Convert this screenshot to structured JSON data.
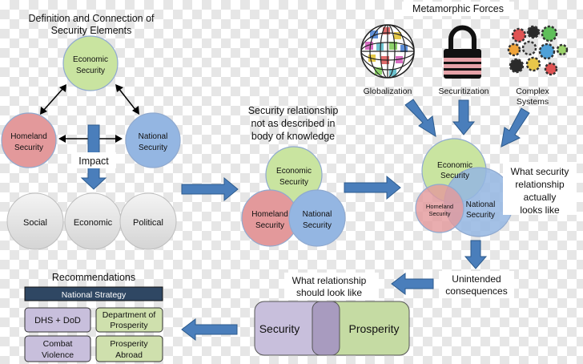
{
  "section1": {
    "title_line1": "Definition and Connection of",
    "title_line2": "Security Elements",
    "economic_line1": "Economic",
    "economic_line2": "Security",
    "homeland_line1": "Homeland",
    "homeland_line2": "Security",
    "national_line1": "National",
    "national_line2": "Security",
    "impact": "Impact",
    "social": "Social",
    "economic_impact": "Economic",
    "political": "Political"
  },
  "section2": {
    "title_line1": "Security relationship",
    "title_line2": "not as described in",
    "title_line3": "body of knowledge",
    "economic_line1": "Economic",
    "economic_line2": "Security",
    "homeland_line1": "Homeland",
    "homeland_line2": "Security",
    "national_line1": "National",
    "national_line2": "Security"
  },
  "section3": {
    "forces_title": "Metamorphic Forces",
    "globalization": "Globalization",
    "securitization": "Securitization",
    "complex_line1": "Complex",
    "complex_line2": "Systems",
    "economic_line1": "Economic",
    "economic_line2": "Security",
    "homeland_line1": "Homeland",
    "homeland_line2": "Security",
    "national_line1": "National",
    "national_line2": "Security",
    "actual_line1": "What security",
    "actual_line2": "relationship",
    "actual_line3": "actually",
    "actual_line4": "looks like",
    "unintended_line1": "Unintended",
    "unintended_line2": "consequences"
  },
  "section4": {
    "title_line1": "What relationship",
    "title_line2": "should look like",
    "security": "Security",
    "prosperity": "Prosperity"
  },
  "recommendations": {
    "title": "Recommendations",
    "national_strategy": "National Strategy",
    "dhs_dod": "DHS + DoD",
    "dept_line1": "Department of",
    "dept_line2": "Prosperity",
    "combat_line1": "Combat",
    "combat_line2": "Violence",
    "abroad_line1": "Prosperity",
    "abroad_line2": "Abroad"
  },
  "colors": {
    "economic": "#c9e4a0",
    "homeland": "#e3999b",
    "national": "#94b6e2",
    "impact_circle": "#e5e5e5",
    "arrow": "#4a7ebb",
    "strategy": "#2f4763",
    "purple": "#c8bfdc",
    "green_box": "#cfe0ad"
  },
  "icons": [
    "globe-icon",
    "padlock-icon",
    "gears-icon"
  ]
}
